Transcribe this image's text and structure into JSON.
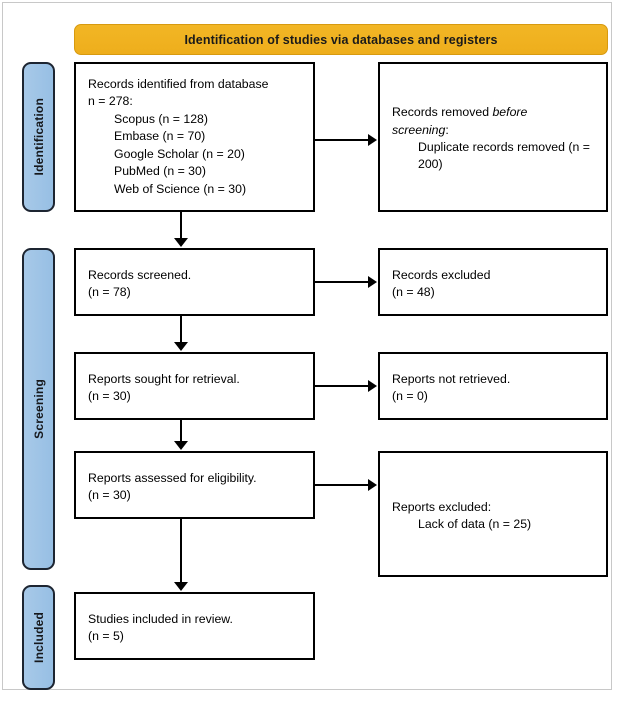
{
  "banner": {
    "title": "Identification of studies via databases and registers",
    "color": "#f0b323"
  },
  "phases": {
    "color": "#9dc3e6",
    "identification": "Identification",
    "screening": "Screening",
    "included": "Included"
  },
  "boxes": {
    "records_identified": {
      "lines": [
        "Records identified from database",
        "n = 278:"
      ],
      "sources": [
        "Scopus (n = 128)",
        "Embase (n = 70)",
        "Google Scholar (n = 20)",
        "PubMed (n = 30)",
        "Web of Science (n = 30)"
      ]
    },
    "records_removed": {
      "line1_a": "Records removed ",
      "line1_italic": "before",
      "line2_italic": "screening",
      "line2_b": ":",
      "detail": "Duplicate records removed (n = 200)"
    },
    "records_screened": {
      "label": "Records screened.",
      "count": "(n = 78)"
    },
    "records_excluded": {
      "label": "Records excluded",
      "count": "(n = 48)"
    },
    "reports_sought": {
      "label": "Reports sought for retrieval.",
      "count": "(n = 30)"
    },
    "reports_not_retrieved": {
      "label": "Reports not retrieved.",
      "count": "(n = 0)"
    },
    "reports_assessed": {
      "label": "Reports assessed for eligibility.",
      "count": "(n = 30)"
    },
    "reports_excluded": {
      "label": "Reports excluded:",
      "reason": "Lack of data (n = 25)"
    },
    "studies_included": {
      "label": "Studies included in review.",
      "count": "(n = 5)"
    }
  },
  "chart_data": {
    "type": "diagram",
    "title": "PRISMA 2020 flow diagram",
    "nodes": [
      {
        "id": "records_identified",
        "phase": "Identification",
        "column": "left",
        "n": 278,
        "breakdown": {
          "Scopus": 128,
          "Embase": 70,
          "Google Scholar": 20,
          "PubMed": 30,
          "Web of Science": 30
        }
      },
      {
        "id": "records_removed",
        "phase": "Identification",
        "column": "right",
        "duplicates_removed": 200
      },
      {
        "id": "records_screened",
        "phase": "Screening",
        "column": "left",
        "n": 78
      },
      {
        "id": "records_excluded",
        "phase": "Screening",
        "column": "right",
        "n": 48
      },
      {
        "id": "reports_sought",
        "phase": "Screening",
        "column": "left",
        "n": 30
      },
      {
        "id": "reports_not_retrieved",
        "phase": "Screening",
        "column": "right",
        "n": 0
      },
      {
        "id": "reports_assessed",
        "phase": "Screening",
        "column": "left",
        "n": 30
      },
      {
        "id": "reports_excluded",
        "phase": "Screening",
        "column": "right",
        "n": 25,
        "reason": "Lack of data"
      },
      {
        "id": "studies_included",
        "phase": "Included",
        "column": "left",
        "n": 5
      }
    ],
    "edges": [
      {
        "from": "records_identified",
        "to": "records_removed",
        "direction": "horizontal"
      },
      {
        "from": "records_identified",
        "to": "records_screened",
        "direction": "vertical"
      },
      {
        "from": "records_screened",
        "to": "records_excluded",
        "direction": "horizontal"
      },
      {
        "from": "records_screened",
        "to": "reports_sought",
        "direction": "vertical"
      },
      {
        "from": "reports_sought",
        "to": "reports_not_retrieved",
        "direction": "horizontal"
      },
      {
        "from": "reports_sought",
        "to": "reports_assessed",
        "direction": "vertical"
      },
      {
        "from": "reports_assessed",
        "to": "reports_excluded",
        "direction": "horizontal"
      },
      {
        "from": "reports_assessed",
        "to": "studies_included",
        "direction": "vertical"
      }
    ]
  }
}
